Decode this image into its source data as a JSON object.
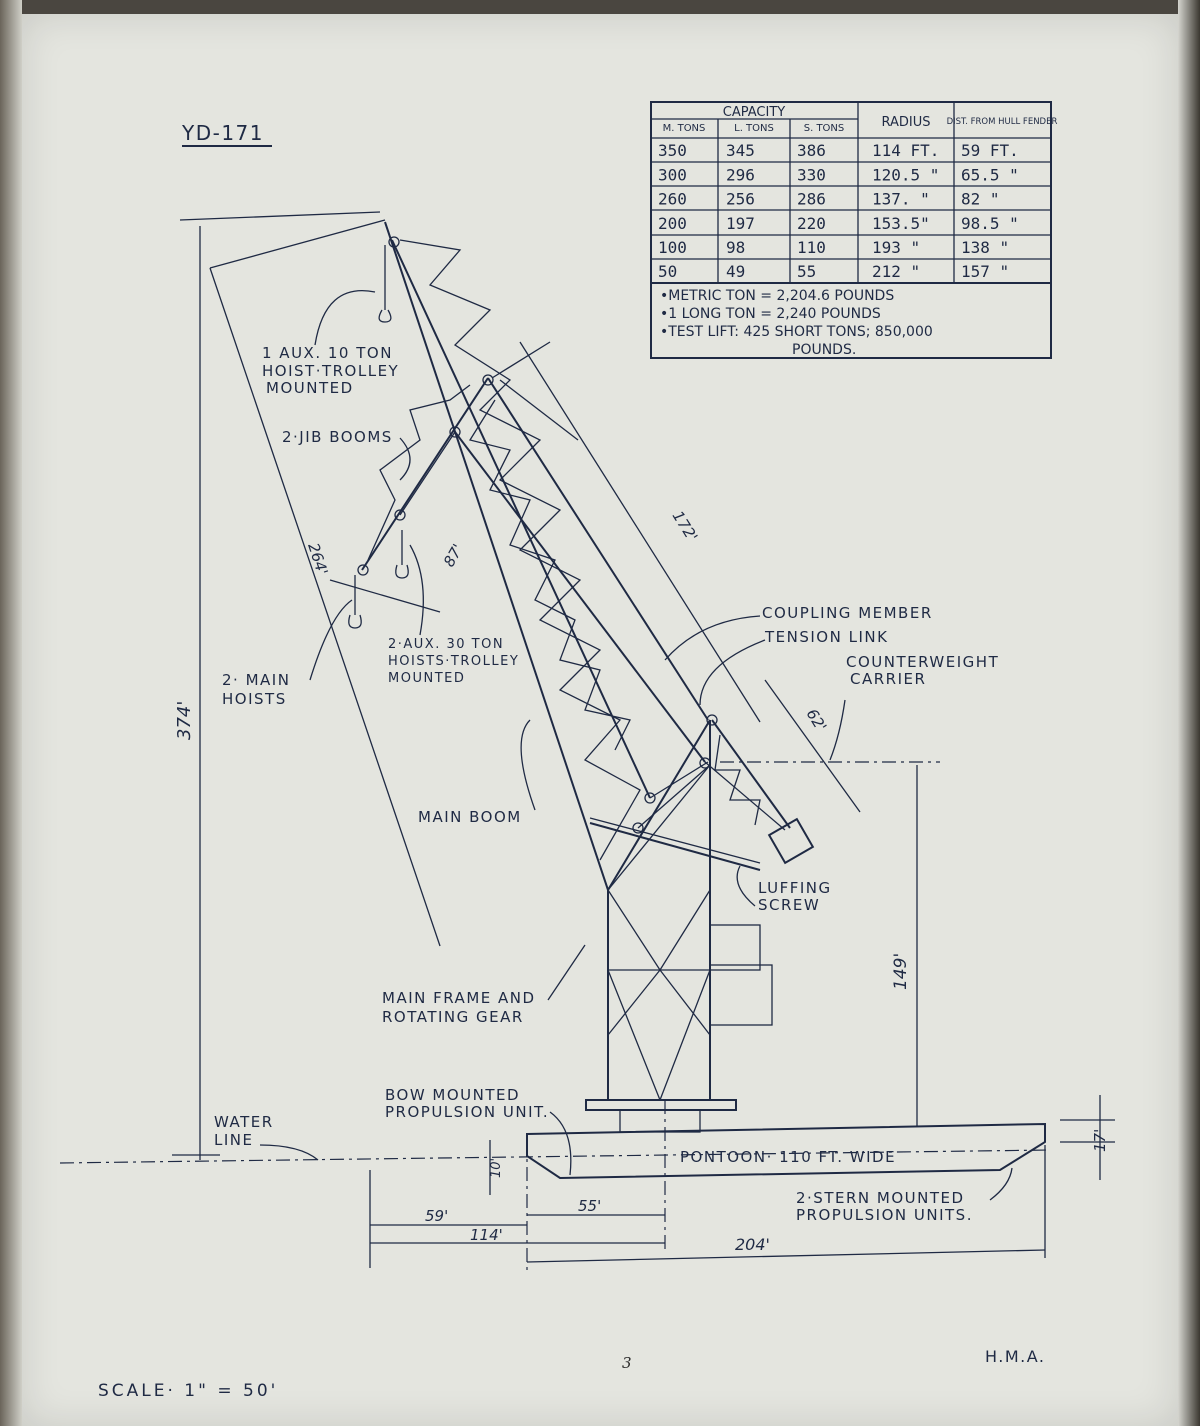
{
  "title": "YD-171",
  "table": {
    "group_header": "CAPACITY",
    "headers": [
      "M. TONS",
      "L. TONS",
      "S. TONS",
      "RADIUS",
      "DIST. FROM HULL FENDER"
    ],
    "rows": [
      [
        "350",
        "345",
        "386",
        "114 FT.",
        "59 FT."
      ],
      [
        "300",
        "296",
        "330",
        "120.5 \"",
        "65.5 \""
      ],
      [
        "260",
        "256",
        "286",
        "137. \"",
        "82 \""
      ],
      [
        "200",
        "197",
        "220",
        "153.5\"",
        "98.5 \""
      ],
      [
        "100",
        "98",
        "110",
        "193 \"",
        "138 \""
      ],
      [
        "50",
        "49",
        "55",
        "212 \"",
        "157 \""
      ]
    ],
    "notes": [
      "•METRIC TON = 2,204.6 POUNDS",
      "•1 LONG TON = 2,240 POUNDS",
      "•TEST LIFT: 425 SHORT TONS; 850,000",
      "POUNDS."
    ]
  },
  "labels": {
    "aux_hoist_1": "1 AUX. 10 TON",
    "aux_hoist_2": "HOIST·TROLLEY",
    "aux_hoist_3": "MOUNTED",
    "jib_booms": "2·JIB BOOMS",
    "main_hoists_1": "2· MAIN",
    "main_hoists_2": "HOISTS",
    "aux30_1": "2·AUX. 30 TON",
    "aux30_2": "HOISTS·TROLLEY",
    "aux30_3": "MOUNTED",
    "main_boom": "MAIN BOOM",
    "coupling": "COUPLING MEMBER",
    "tension": "TENSION LINK",
    "counter_1": "COUNTERWEIGHT",
    "counter_2": "CARRIER",
    "luffing_1": "LUFFING",
    "luffing_2": "SCREW",
    "main_frame_1": "MAIN FRAME AND",
    "main_frame_2": "ROTATING GEAR",
    "bow_1": "BOW MOUNTED",
    "bow_2": "PROPULSION UNIT.",
    "water_1": "WATER",
    "water_2": "LINE",
    "pontoon": "PONTOON· 110 FT. WIDE",
    "stern_1": "2·STERN MOUNTED",
    "stern_2": "PROPULSION UNITS."
  },
  "dimensions": {
    "d374": "374'",
    "d264": "264'",
    "d87": "87'",
    "d172": "172'",
    "d62": "62'",
    "d149": "149'",
    "d17": "17'",
    "d10": "10'",
    "d59": "59'",
    "d55": "55'",
    "d114": "114'",
    "d204": "204'"
  },
  "footer": {
    "scale": "SCALE· 1\" = 50'",
    "page_number": "3",
    "initials": "H.M.A."
  }
}
